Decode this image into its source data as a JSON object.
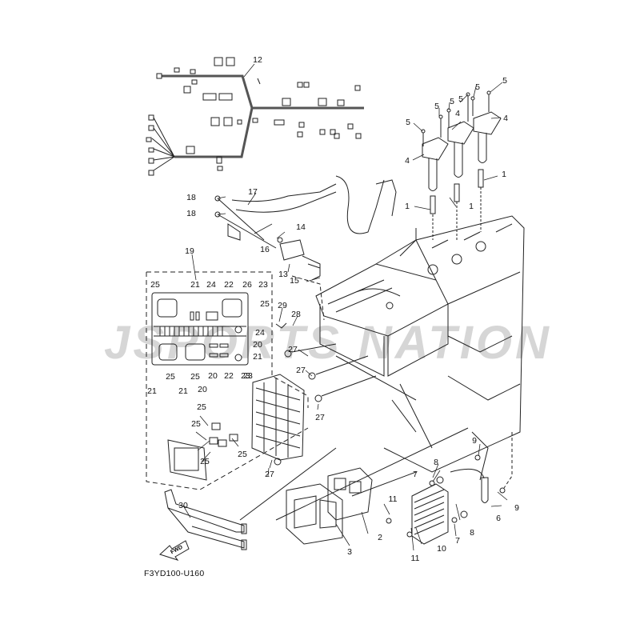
{
  "diagram": {
    "caption": "F3YD100-U160",
    "watermark": "JSPORTS NATION",
    "direction_label": "FWD",
    "callouts": [
      {
        "id": "c1a",
        "text": "1"
      },
      {
        "id": "c1b",
        "text": "1"
      },
      {
        "id": "c1c",
        "text": "1"
      },
      {
        "id": "c2",
        "text": "2"
      },
      {
        "id": "c3",
        "text": "3"
      },
      {
        "id": "c4a",
        "text": "4"
      },
      {
        "id": "c4b",
        "text": "4"
      },
      {
        "id": "c4c",
        "text": "4"
      },
      {
        "id": "c5a",
        "text": "5"
      },
      {
        "id": "c5b",
        "text": "5"
      },
      {
        "id": "c5c",
        "text": "5"
      },
      {
        "id": "c5d",
        "text": "5"
      },
      {
        "id": "c5e",
        "text": "5"
      },
      {
        "id": "c5f",
        "text": "5"
      },
      {
        "id": "c6",
        "text": "6"
      },
      {
        "id": "c7a",
        "text": "7"
      },
      {
        "id": "c7b",
        "text": "7"
      },
      {
        "id": "c8a",
        "text": "8"
      },
      {
        "id": "c8b",
        "text": "8"
      },
      {
        "id": "c9a",
        "text": "9"
      },
      {
        "id": "c9b",
        "text": "9"
      },
      {
        "id": "c10",
        "text": "10"
      },
      {
        "id": "c11a",
        "text": "11"
      },
      {
        "id": "c11b",
        "text": "11"
      },
      {
        "id": "c12",
        "text": "12"
      },
      {
        "id": "c13",
        "text": "13"
      },
      {
        "id": "c14",
        "text": "14"
      },
      {
        "id": "c15",
        "text": "15"
      },
      {
        "id": "c16",
        "text": "16"
      },
      {
        "id": "c17",
        "text": "17"
      },
      {
        "id": "c18a",
        "text": "18"
      },
      {
        "id": "c18b",
        "text": "18"
      },
      {
        "id": "c19",
        "text": "19"
      },
      {
        "id": "c20a",
        "text": "20"
      },
      {
        "id": "c20b",
        "text": "20"
      },
      {
        "id": "c20c",
        "text": "20"
      },
      {
        "id": "c21a",
        "text": "21"
      },
      {
        "id": "c21b",
        "text": "21"
      },
      {
        "id": "c21c",
        "text": "21"
      },
      {
        "id": "c21d",
        "text": "21"
      },
      {
        "id": "c22a",
        "text": "22"
      },
      {
        "id": "c22b",
        "text": "22"
      },
      {
        "id": "c23a",
        "text": "23"
      },
      {
        "id": "c23b",
        "text": "23"
      },
      {
        "id": "c23c",
        "text": "23"
      },
      {
        "id": "c24a",
        "text": "24"
      },
      {
        "id": "c24b",
        "text": "24"
      },
      {
        "id": "c25a",
        "text": "25"
      },
      {
        "id": "c25b",
        "text": "25"
      },
      {
        "id": "c25c",
        "text": "25"
      },
      {
        "id": "c25d",
        "text": "25"
      },
      {
        "id": "c25e",
        "text": "25"
      },
      {
        "id": "c25f",
        "text": "25"
      },
      {
        "id": "c25g",
        "text": "25"
      },
      {
        "id": "c25h",
        "text": "25"
      },
      {
        "id": "c26",
        "text": "26"
      },
      {
        "id": "c27a",
        "text": "27"
      },
      {
        "id": "c27b",
        "text": "27"
      },
      {
        "id": "c27c",
        "text": "27"
      },
      {
        "id": "c27d",
        "text": "27"
      },
      {
        "id": "c28",
        "text": "28"
      },
      {
        "id": "c29",
        "text": "29"
      },
      {
        "id": "c30",
        "text": "30"
      }
    ]
  }
}
